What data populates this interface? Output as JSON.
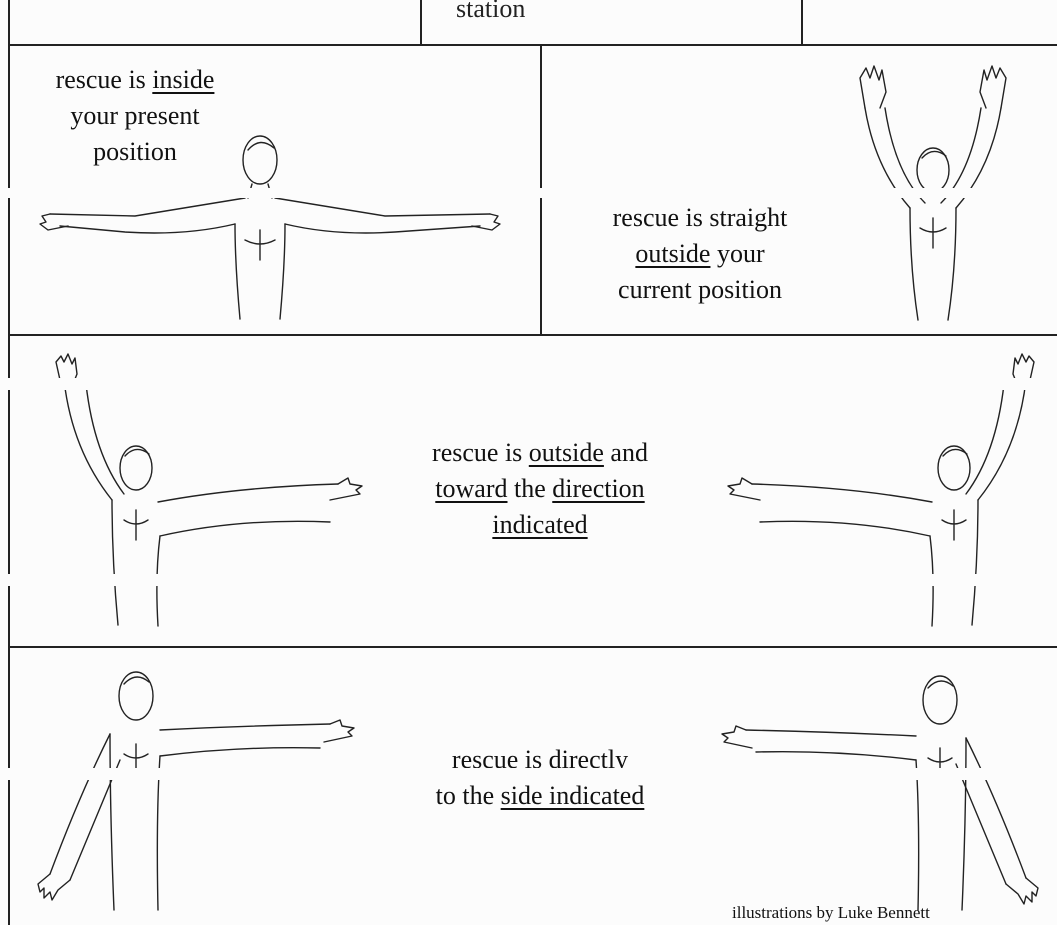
{
  "top_fragment": "station",
  "panels": [
    {
      "id": "inside",
      "caption_parts": [
        {
          "t": "rescue is ",
          "u": false
        },
        {
          "t": "inside",
          "u": true
        },
        {
          "t": "your present",
          "u": false
        },
        {
          "t": "position",
          "u": false
        }
      ],
      "pose": "arms-out-horizontal"
    },
    {
      "id": "straight-outside",
      "caption_parts": [
        {
          "t": "rescue is straight",
          "u": false
        },
        {
          "t": "outside",
          "u": true
        },
        {
          "t": " your",
          "u": false
        },
        {
          "t": "current position",
          "u": false
        }
      ],
      "pose": "arms-up"
    },
    {
      "id": "outside-toward",
      "caption_parts": [
        {
          "t": "rescue is ",
          "u": false
        },
        {
          "t": "outside",
          "u": true
        },
        {
          "t": " and",
          "u": false
        },
        {
          "t": "toward",
          "u": true
        },
        {
          "t": " the ",
          "u": false
        },
        {
          "t": "direction",
          "u": true
        },
        {
          "t": "indicated",
          "u": true
        }
      ],
      "pose": "one-up-one-out"
    },
    {
      "id": "directly-side",
      "caption_parts": [
        {
          "t": "rescue is ",
          "u": false
        },
        {
          "t": "directly",
          "u": true
        },
        {
          "t": "to the ",
          "u": false
        },
        {
          "t": "side indicated",
          "u": true
        }
      ],
      "pose": "one-out-one-down"
    }
  ],
  "credit": "illustrations by Luke Bennett"
}
